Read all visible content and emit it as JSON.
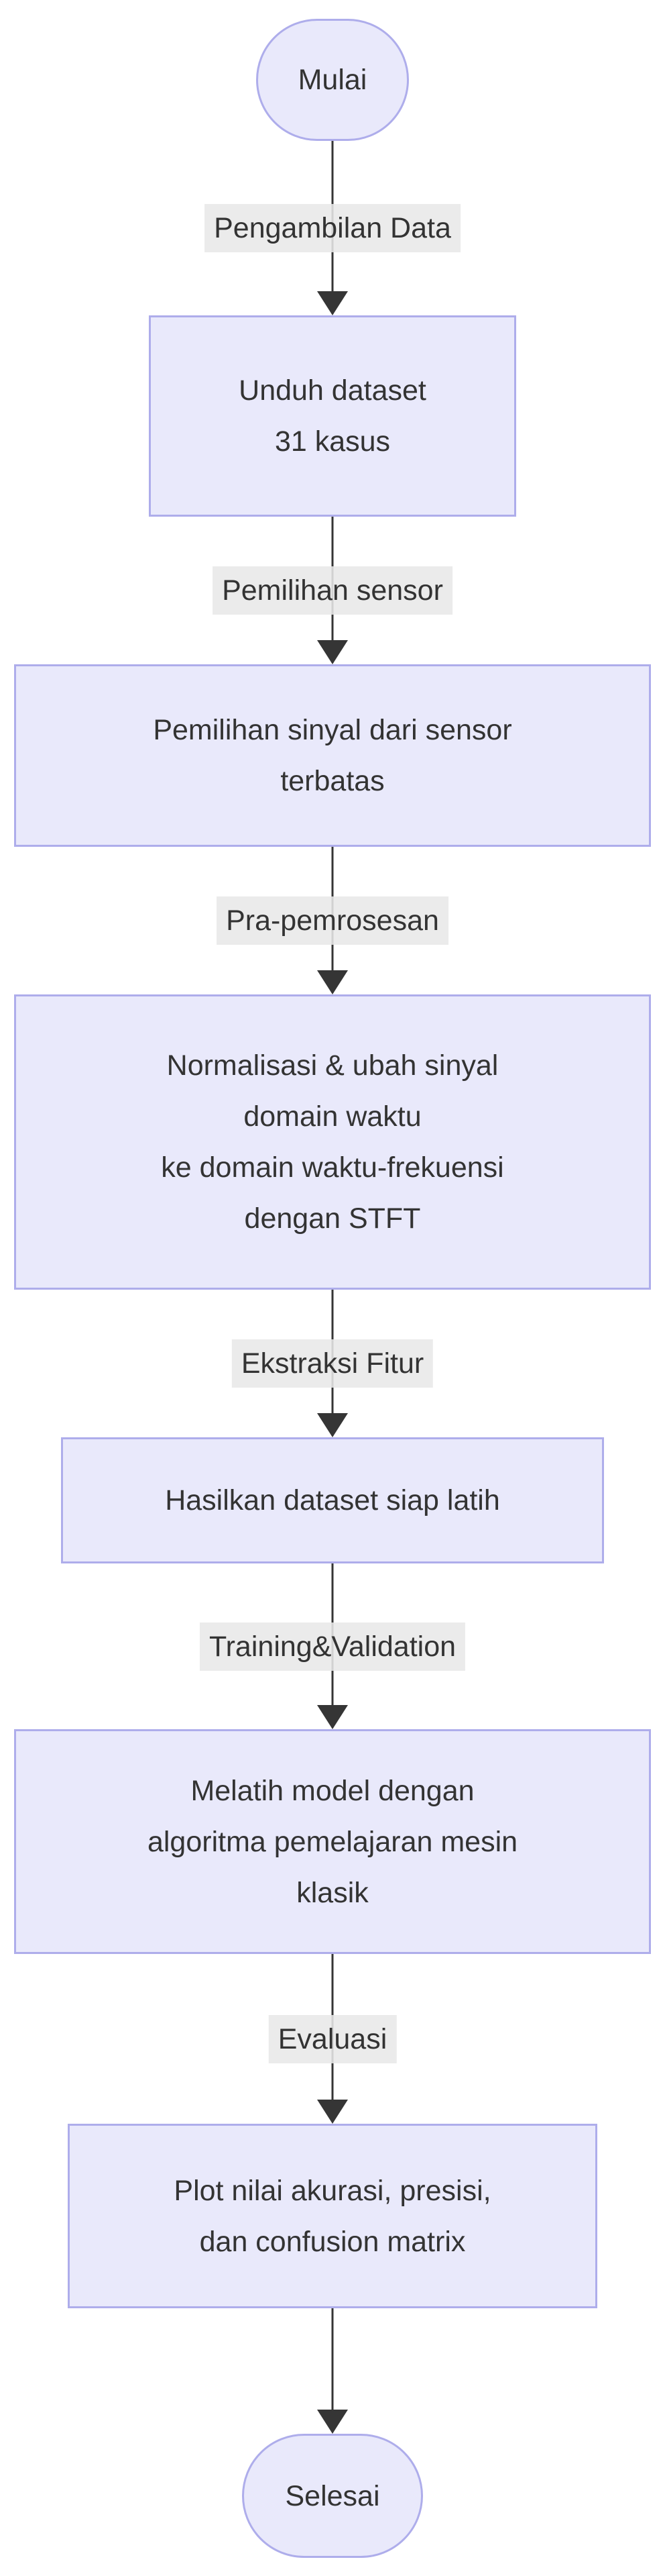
{
  "diagram": {
    "type": "flowchart-top-down",
    "colors": {
      "node_fill": "#e9e9fb",
      "node_border": "#aeadeb",
      "edge_line": "#353535",
      "edge_label_bg": "#e8e8e8",
      "text": "#333333",
      "background": "#ffffff"
    },
    "nodes": [
      {
        "id": "start",
        "shape": "stadium",
        "lines": [
          "Mulai"
        ]
      },
      {
        "id": "download-dataset",
        "shape": "rect",
        "lines": [
          "Unduh dataset",
          "31 kasus"
        ]
      },
      {
        "id": "sensor-selection",
        "shape": "rect",
        "lines": [
          "Pemilihan sinyal dari sensor",
          "terbatas"
        ]
      },
      {
        "id": "preprocessing",
        "shape": "rect",
        "lines": [
          "Normalisasi & ubah sinyal",
          "domain waktu",
          "ke domain waktu-frekuensi",
          "dengan STFT"
        ]
      },
      {
        "id": "dataset-ready",
        "shape": "rect",
        "lines": [
          "Hasilkan dataset siap latih"
        ]
      },
      {
        "id": "train-model",
        "shape": "rect",
        "lines": [
          "Melatih model dengan",
          "algoritma pemelajaran mesin",
          "klasik"
        ]
      },
      {
        "id": "plot-results",
        "shape": "rect",
        "lines": [
          "Plot nilai akurasi, presisi,",
          "dan confusion matrix"
        ]
      },
      {
        "id": "end",
        "shape": "stadium",
        "lines": [
          "Selesai"
        ]
      }
    ],
    "edge_labels": [
      "Pengambilan Data",
      "Pemilihan sensor",
      "Pra-pemrosesan",
      "Ekstraksi Fitur",
      "Training&Validation",
      "Evaluasi"
    ]
  }
}
